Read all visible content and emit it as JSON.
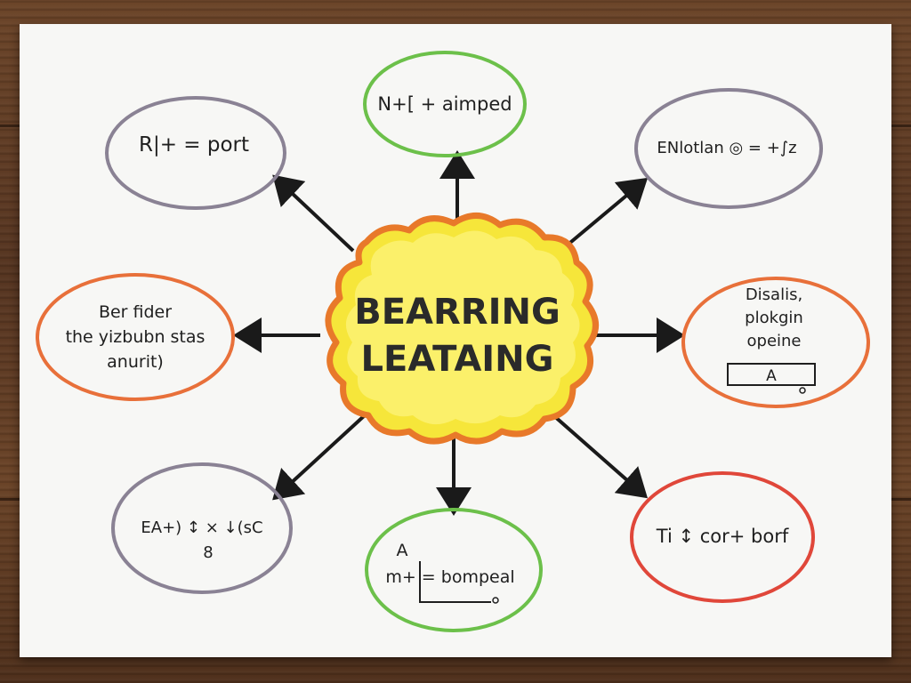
{
  "center": {
    "line1": "BEARRING",
    "line2": "LEATAING",
    "fill_color": "#f6e63a",
    "outline_color": "#e8792a"
  },
  "nodes": [
    {
      "id": "top-left",
      "lines": [
        "R|+  = port"
      ],
      "color": "#8a8294"
    },
    {
      "id": "top",
      "lines": [
        "N+[ + aimped"
      ],
      "color": "#6cc04a"
    },
    {
      "id": "top-right",
      "lines": [
        "ENlotlan ◎ = +∫z"
      ],
      "color": "#8a8294"
    },
    {
      "id": "left",
      "lines": [
        "Ber fider",
        "the yizbubn stas",
        "anurit)"
      ],
      "color": "#e8703a"
    },
    {
      "id": "right",
      "lines": [
        "Disalis,",
        "plokgin",
        "opeine"
      ],
      "box_label": "A",
      "color": "#e8703a"
    },
    {
      "id": "bottom-left",
      "lines": [
        "EA+) ↕  ×  ↓(sC",
        "8"
      ],
      "color": "#8a8294"
    },
    {
      "id": "bottom",
      "lines": [
        "A",
        "m+  = bompeal"
      ],
      "color": "#6cc04a"
    },
    {
      "id": "bottom-right",
      "lines": [
        "Ti ↕ cor+ borf"
      ],
      "color": "#e0473a"
    }
  ]
}
